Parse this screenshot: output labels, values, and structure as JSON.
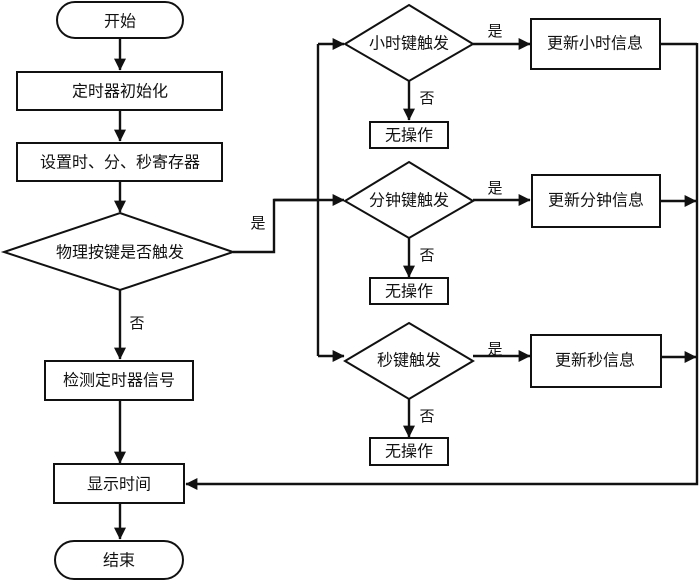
{
  "diagram": {
    "type": "flowchart",
    "nodes": {
      "start": {
        "shape": "terminal",
        "text": "开始"
      },
      "timer_init": {
        "shape": "process",
        "text": "定时器初始化"
      },
      "set_registers": {
        "shape": "process",
        "text": "设置时、分、秒寄存器"
      },
      "key_check": {
        "shape": "decision",
        "text": "物理按键是否触发"
      },
      "detect_timer": {
        "shape": "process",
        "text": "检测定时器信号"
      },
      "display_time": {
        "shape": "process",
        "text": "显示时间"
      },
      "end": {
        "shape": "terminal",
        "text": "结束"
      },
      "hour_key": {
        "shape": "decision",
        "text": "小时键触发"
      },
      "minute_key": {
        "shape": "decision",
        "text": "分钟键触发"
      },
      "second_key": {
        "shape": "decision",
        "text": "秒键触发"
      },
      "update_hour": {
        "shape": "process",
        "text": "更新小时信息"
      },
      "update_minute": {
        "shape": "process",
        "text": "更新分钟信息"
      },
      "update_second": {
        "shape": "process",
        "text": "更新秒信息"
      },
      "noop_hour": {
        "shape": "process",
        "text": "无操作"
      },
      "noop_minute": {
        "shape": "process",
        "text": "无操作"
      },
      "noop_second": {
        "shape": "process",
        "text": "无操作"
      }
    },
    "edge_labels": {
      "yes": "是",
      "no": "否"
    },
    "edges": [
      {
        "from": "start",
        "to": "timer_init"
      },
      {
        "from": "timer_init",
        "to": "set_registers"
      },
      {
        "from": "set_registers",
        "to": "key_check"
      },
      {
        "from": "key_check",
        "to": "detect_timer",
        "label": "否"
      },
      {
        "from": "key_check",
        "to": "hour_key",
        "label": "是"
      },
      {
        "from": "key_check",
        "to": "minute_key",
        "label": "是"
      },
      {
        "from": "key_check",
        "to": "second_key",
        "label": "是"
      },
      {
        "from": "hour_key",
        "to": "update_hour",
        "label": "是"
      },
      {
        "from": "hour_key",
        "to": "noop_hour",
        "label": "否"
      },
      {
        "from": "minute_key",
        "to": "update_minute",
        "label": "是"
      },
      {
        "from": "minute_key",
        "to": "noop_minute",
        "label": "否"
      },
      {
        "from": "second_key",
        "to": "update_second",
        "label": "是"
      },
      {
        "from": "second_key",
        "to": "noop_second",
        "label": "否"
      },
      {
        "from": "update_hour",
        "to": "display_time"
      },
      {
        "from": "update_minute",
        "to": "display_time"
      },
      {
        "from": "update_second",
        "to": "display_time"
      },
      {
        "from": "detect_timer",
        "to": "display_time"
      },
      {
        "from": "display_time",
        "to": "end"
      }
    ]
  }
}
